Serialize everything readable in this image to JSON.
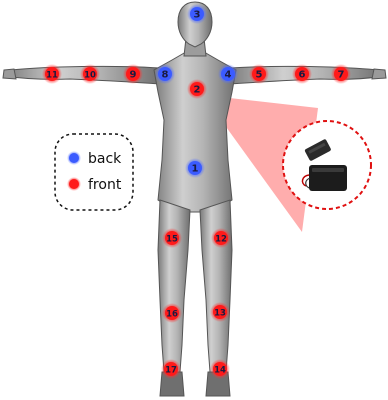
{
  "legend": {
    "items": [
      {
        "label": "back",
        "color": "#3b5bff"
      },
      {
        "label": "front",
        "color": "#ff1a1a"
      }
    ]
  },
  "sensors": [
    {
      "id": "1",
      "side": "back"
    },
    {
      "id": "2",
      "side": "front"
    },
    {
      "id": "3",
      "side": "back"
    },
    {
      "id": "4",
      "side": "back"
    },
    {
      "id": "5",
      "side": "front"
    },
    {
      "id": "6",
      "side": "front"
    },
    {
      "id": "7",
      "side": "front"
    },
    {
      "id": "8",
      "side": "back"
    },
    {
      "id": "9",
      "side": "front"
    },
    {
      "id": "10",
      "side": "front"
    },
    {
      "id": "11",
      "side": "front"
    },
    {
      "id": "12",
      "side": "front"
    },
    {
      "id": "13",
      "side": "front"
    },
    {
      "id": "14",
      "side": "front"
    },
    {
      "id": "15",
      "side": "front"
    },
    {
      "id": "16",
      "side": "front"
    },
    {
      "id": "17",
      "side": "front"
    }
  ],
  "callout": {
    "sensor": "2",
    "subject": "sensor-device"
  },
  "colors": {
    "body": "#a9a9a9",
    "body_dark": "#6f6f6f",
    "callout": "#ff9a9a",
    "callout_border": "#e01010"
  }
}
